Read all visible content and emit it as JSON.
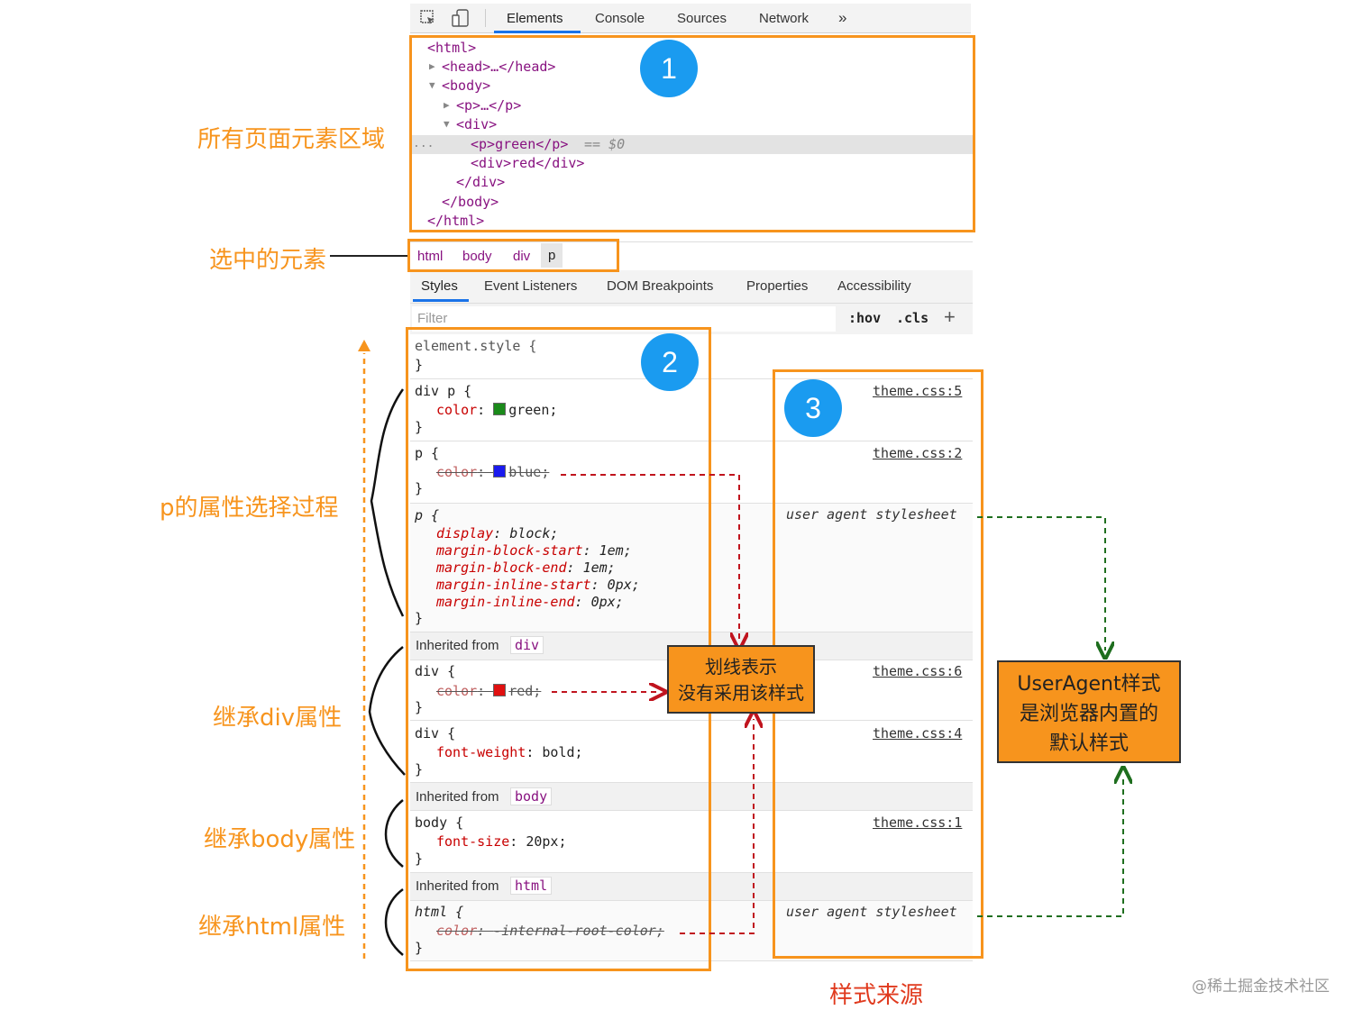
{
  "toolbar": {
    "tabs": [
      "Elements",
      "Console",
      "Sources",
      "Network",
      "»"
    ],
    "active_tab": "Elements"
  },
  "dom_tree": {
    "lines": [
      "<html>",
      "<head>…</head>",
      "<body>",
      "<p>…</p>",
      "<div>",
      "<p>green</p>",
      "== $0",
      "<div>red</div>",
      "</div>",
      "</body>",
      "</html>"
    ],
    "ellipsis": "..."
  },
  "breadcrumbs": [
    "html",
    "body",
    "div",
    "p"
  ],
  "styles_tabs": [
    "Styles",
    "Event Listeners",
    "DOM Breakpoints",
    "Properties",
    "Accessibility"
  ],
  "filter": {
    "placeholder": "Filter",
    "hov": ":hov",
    "cls": ".cls",
    "add": "+"
  },
  "rules": {
    "element_style": {
      "selector": "element.style {",
      "close": "}"
    },
    "div_p": {
      "selector": "div p {",
      "prop": "color",
      "value": "green;",
      "swatch": "#1a8a1a",
      "close": "}",
      "source": "theme.css:5"
    },
    "p_blue": {
      "selector": "p {",
      "prop": "color",
      "value": "blue;",
      "swatch": "#1a1aee",
      "close": "}",
      "source": "theme.css:2"
    },
    "p_ua": {
      "selector": "p {",
      "lines": [
        [
          "display",
          "block;"
        ],
        [
          "margin-block-start",
          "1em;"
        ],
        [
          "margin-block-end",
          "1em;"
        ],
        [
          "margin-inline-start",
          "0px;"
        ],
        [
          "margin-inline-end",
          "0px;"
        ]
      ],
      "close": "}",
      "source": "user agent stylesheet"
    },
    "inherited_div": {
      "text": "Inherited from",
      "tag": "div"
    },
    "div_red": {
      "selector": "div {",
      "prop": "color",
      "value": "red;",
      "swatch": "#e01010",
      "close": "}",
      "source": "theme.css:6"
    },
    "div_bold": {
      "selector": "div {",
      "prop": "font-weight",
      "value": "bold;",
      "close": "}",
      "source": "theme.css:4"
    },
    "inherited_body": {
      "text": "Inherited from",
      "tag": "body"
    },
    "body_rule": {
      "selector": "body {",
      "prop": "font-size",
      "value": "20px;",
      "close": "}",
      "source": "theme.css:1"
    },
    "inherited_html": {
      "text": "Inherited from",
      "tag": "html"
    },
    "html_rule": {
      "selector": "html {",
      "prop": "color",
      "value": "-internal-root-color;",
      "close": "}",
      "source": "user agent stylesheet"
    }
  },
  "annotations": {
    "circles": [
      "1",
      "2",
      "3"
    ],
    "all_elements": "所有页面元素区域",
    "selected": "选中的元素",
    "p_process": "p的属性选择过程",
    "inherit_div": "继承div属性",
    "inherit_body": "继承body属性",
    "inherit_html": "继承html属性",
    "strike_note": [
      "划线表示",
      "没有采用该样式"
    ],
    "ua_note": [
      "UserAgent样式",
      "是浏览器内置的",
      "默认样式"
    ],
    "source_label": "样式来源",
    "watermark": "@稀土掘金技术社区"
  },
  "colors": {
    "accent_orange": "#f7941d",
    "circle_blue": "#1a9bf0",
    "red_arrow": "#c0141e",
    "green_arrow": "#1e6e1e"
  }
}
